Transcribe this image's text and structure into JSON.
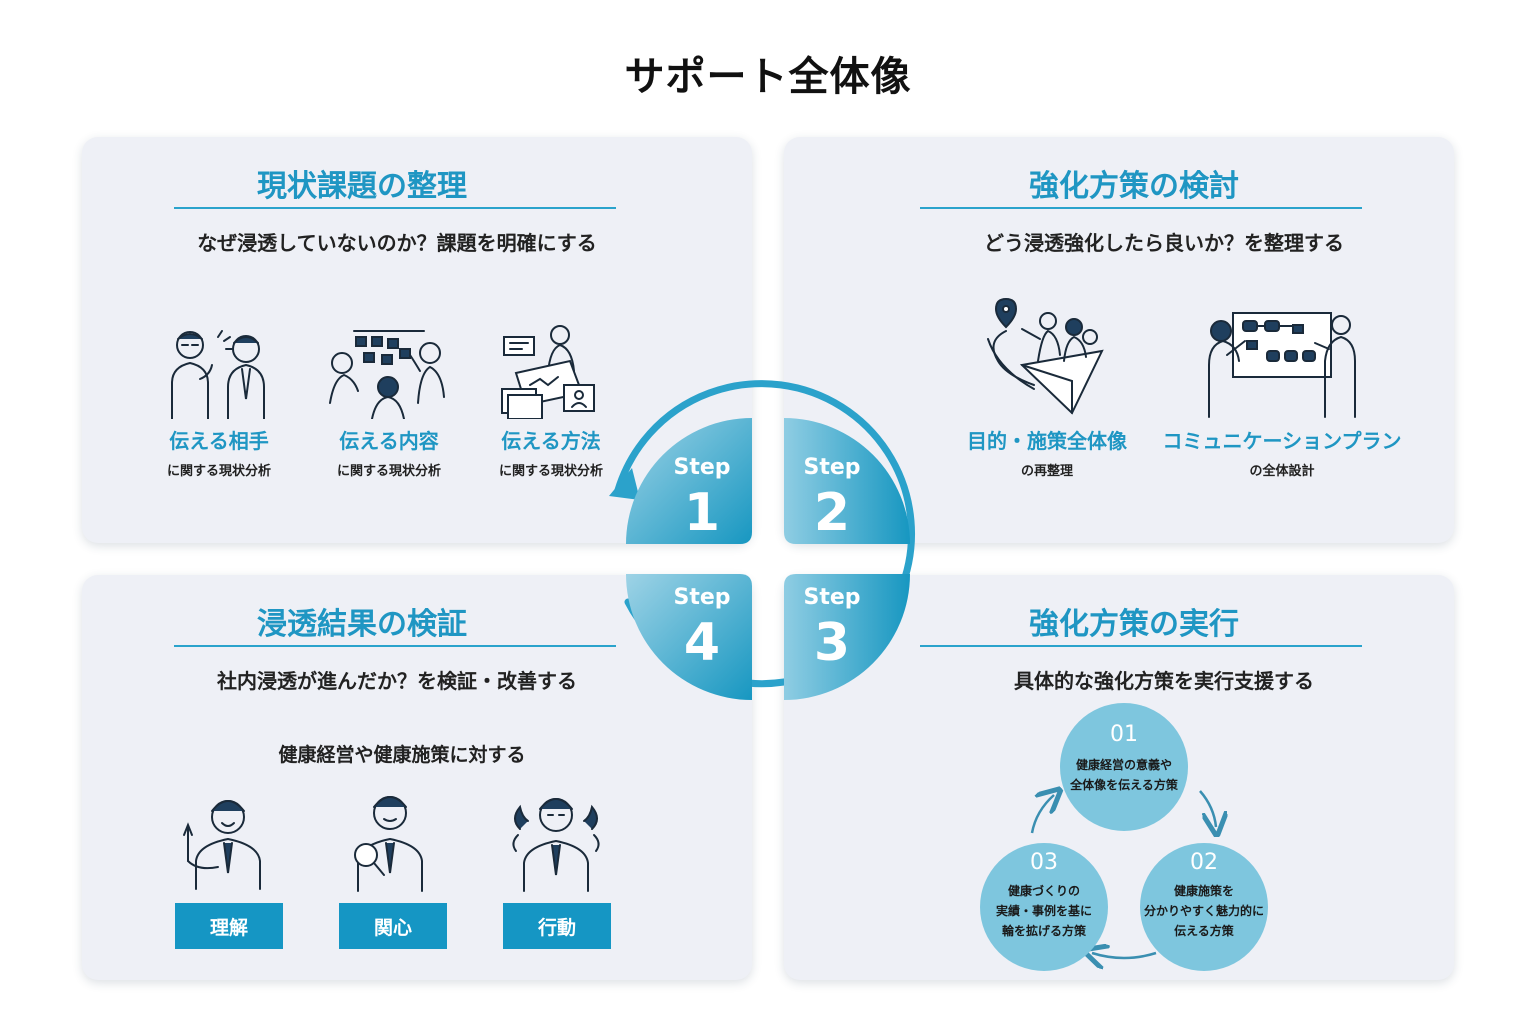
{
  "title": "サポート全体像",
  "panels": {
    "p1": {
      "title": "現状課題の整理",
      "subtitle": "なぜ浸透していないのか？課題を明確にする",
      "items": [
        {
          "label": "伝える相手",
          "note": "に関する現状分析"
        },
        {
          "label": "伝える内容",
          "note": "に関する現状分析"
        },
        {
          "label": "伝える方法",
          "note": "に関する現状分析"
        }
      ]
    },
    "p2": {
      "title": "強化方策の検討",
      "subtitle": "どう浸透強化したら良いか？を整理する",
      "items": [
        {
          "label": "目的・施策全体像",
          "note": "の再整理"
        },
        {
          "label": "コミュニケーションプラン",
          "note": "の全体設計"
        }
      ]
    },
    "p3": {
      "title": "浸透結果の検証",
      "subtitle": "社内浸透が進んだか？を検証・改善する",
      "lead": "健康経営や健康施策に対する",
      "badges": [
        "理解",
        "関心",
        "行動"
      ]
    },
    "p4": {
      "title": "強化方策の実行",
      "subtitle": "具体的な強化方策を実行支援する",
      "circles": [
        {
          "num": "01",
          "lines": [
            "健康経営の意義や",
            "全体像を伝える方策"
          ]
        },
        {
          "num": "02",
          "lines": [
            "健康施策を",
            "分かりやすく魅力的に",
            "伝える方策"
          ]
        },
        {
          "num": "03",
          "lines": [
            "健康づくりの",
            "実績・事例を基に",
            "輪を拡げる方策"
          ]
        }
      ]
    }
  },
  "steps": [
    {
      "word": "Step",
      "num": "1"
    },
    {
      "word": "Step",
      "num": "2"
    },
    {
      "word": "Step",
      "num": "3"
    },
    {
      "word": "Step",
      "num": "4"
    }
  ],
  "colors": {
    "accent": "#1f96c3",
    "panel_bg": "#eef0f6",
    "badge": "#1596c4",
    "circle": "#7ec6de"
  }
}
